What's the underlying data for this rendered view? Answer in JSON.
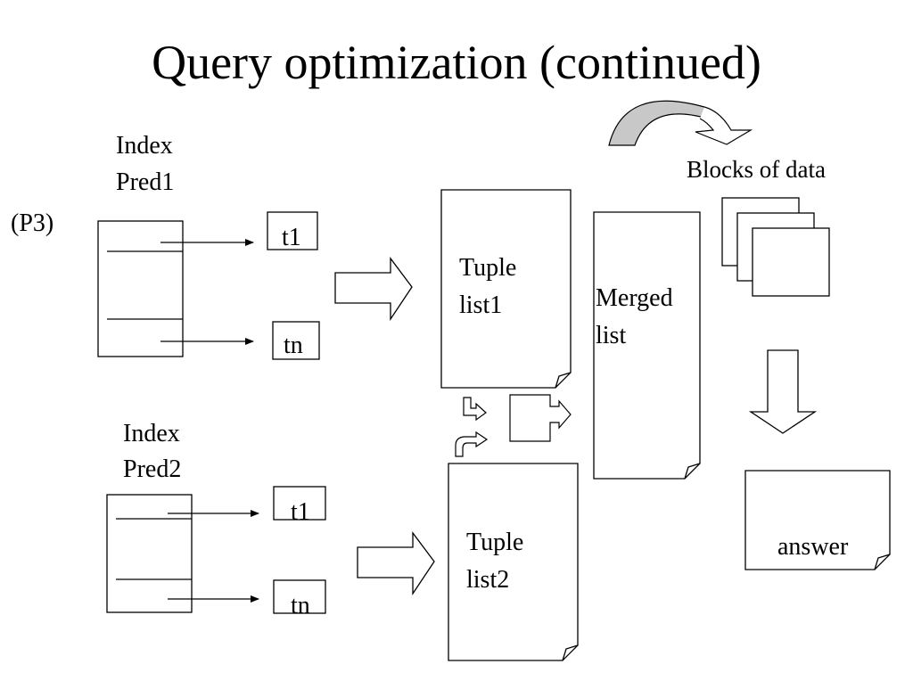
{
  "slide": {
    "title": "Query optimization (continued)",
    "p3_label": "(P3)",
    "blocks_label": "Blocks of data",
    "answer_label": "answer",
    "merged_list": {
      "line1": "Merged",
      "line2": "list"
    }
  },
  "index1": {
    "label_line1": "Index",
    "label_line2": "Pred1",
    "entries": [
      {
        "label": "t1"
      },
      {
        "label": "tn"
      }
    ]
  },
  "index2": {
    "label_line1": "Index",
    "label_line2": "Pred2",
    "entries": [
      {
        "label": "t1"
      },
      {
        "label": "tn"
      }
    ]
  },
  "tuple_list1": {
    "line1": "Tuple",
    "line2": "list1"
  },
  "tuple_list2": {
    "line1": "Tuple",
    "line2": "list2"
  },
  "colors": {
    "stroke": "#000000",
    "curved_arrow_fill": "#c8c8c8",
    "background": "#ffffff"
  }
}
